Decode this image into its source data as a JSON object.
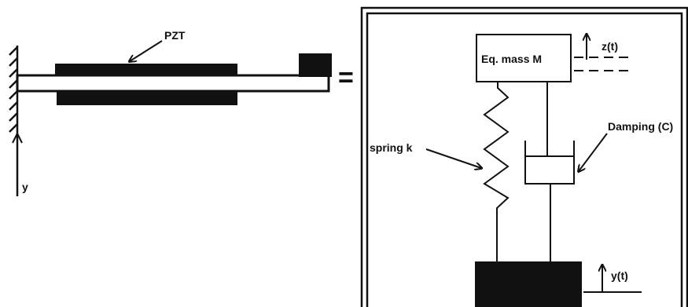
{
  "diagram": {
    "labels": {
      "pzt": "PZT",
      "y_axis": "y",
      "equals": "=",
      "mass": "Eq. mass M",
      "z_t": "z(t)",
      "damping": "Damping (C)",
      "spring": "spring k",
      "y_t": "y(t)"
    },
    "colors": {
      "ink": "#111111",
      "background": "#ffffff"
    }
  }
}
